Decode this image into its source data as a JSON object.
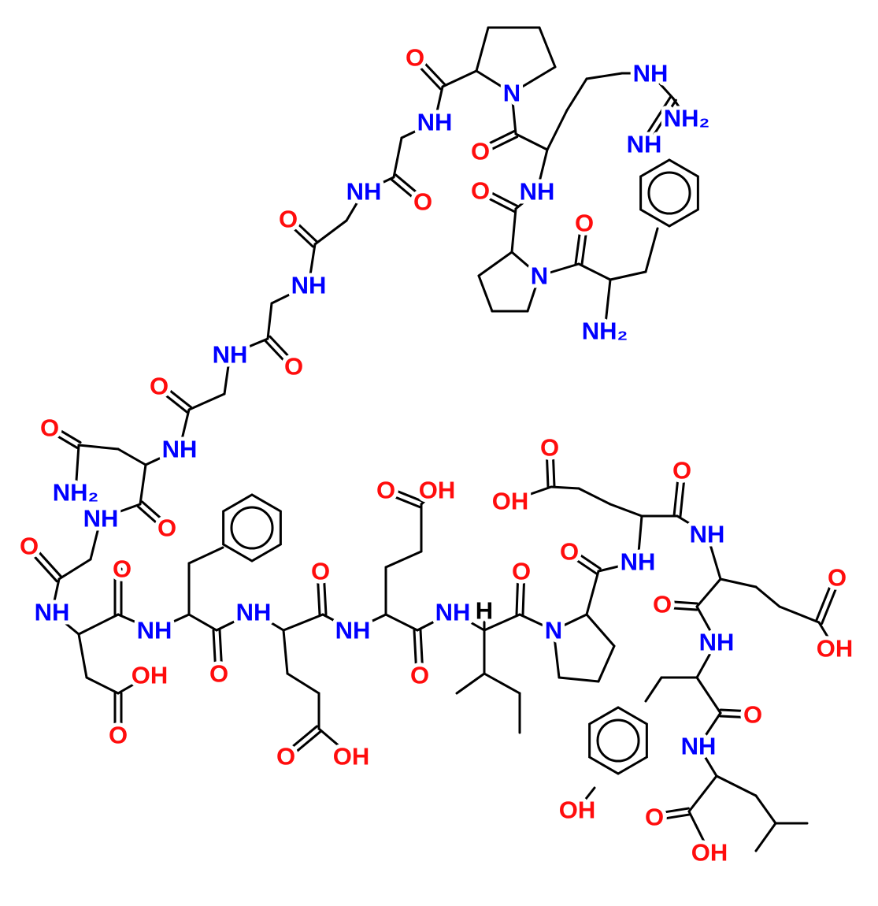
{
  "title": "Peptide structure",
  "colors": {
    "oxygen": "#ff0d0d",
    "nitrogen": "#0000ff",
    "carbon": "#000000"
  },
  "labels": [
    {
      "t": "O",
      "e": "O"
    },
    {
      "t": "N",
      "e": "N"
    },
    {
      "t": "NH",
      "e": "N"
    },
    {
      "t": "NH",
      "e": "N"
    },
    {
      "t": "NH₂",
      "e": "N"
    },
    {
      "t": "O",
      "e": "O"
    },
    {
      "t": "NH",
      "e": "N"
    },
    {
      "t": "NH",
      "e": "N"
    },
    {
      "t": "O",
      "e": "O"
    },
    {
      "t": "NH",
      "e": "N"
    },
    {
      "t": "O",
      "e": "O"
    },
    {
      "t": "O",
      "e": "O"
    },
    {
      "t": "O",
      "e": "O"
    },
    {
      "t": "N",
      "e": "N"
    },
    {
      "t": "NH",
      "e": "N"
    },
    {
      "t": "NH₂",
      "e": "N"
    },
    {
      "t": "NH",
      "e": "N"
    },
    {
      "t": "O",
      "e": "O"
    },
    {
      "t": "O",
      "e": "O"
    },
    {
      "t": "NH",
      "e": "N"
    },
    {
      "t": "O",
      "e": "O"
    },
    {
      "t": "NH₂",
      "e": "N"
    },
    {
      "t": "NH",
      "e": "N"
    },
    {
      "t": "O",
      "e": "O"
    },
    {
      "t": "O",
      "e": "O"
    },
    {
      "t": "OH",
      "e": "O"
    },
    {
      "t": "O",
      "e": "O"
    },
    {
      "t": "OH",
      "e": "O"
    },
    {
      "t": "O",
      "e": "O"
    },
    {
      "t": "O",
      "e": "O"
    },
    {
      "t": "O",
      "e": "O"
    },
    {
      "t": "O",
      "e": "O"
    },
    {
      "t": "O",
      "e": "O"
    },
    {
      "t": "O",
      "e": "O"
    },
    {
      "t": "NH",
      "e": "N"
    },
    {
      "t": "NH",
      "e": "N"
    },
    {
      "t": "NH",
      "e": "N"
    },
    {
      "t": "NH",
      "e": "N"
    },
    {
      "t": "NH",
      "e": "N"
    },
    {
      "t": "NH",
      "e": "N"
    },
    {
      "t": "NH",
      "e": "N"
    },
    {
      "t": "H",
      "e": "C"
    },
    {
      "t": "N",
      "e": "N"
    },
    {
      "t": "O",
      "e": "O"
    },
    {
      "t": "O",
      "e": "O"
    },
    {
      "t": "NH",
      "e": "N"
    },
    {
      "t": "OH",
      "e": "O"
    },
    {
      "t": "O",
      "e": "O"
    },
    {
      "t": "O",
      "e": "O"
    },
    {
      "t": "OH",
      "e": "O"
    },
    {
      "t": "O",
      "e": "O"
    },
    {
      "t": "O",
      "e": "O"
    },
    {
      "t": "NH",
      "e": "N"
    },
    {
      "t": "O",
      "e": "O"
    },
    {
      "t": "OH",
      "e": "O"
    },
    {
      "t": "OH",
      "e": "O"
    },
    {
      "t": "O",
      "e": "O"
    },
    {
      "t": "OH",
      "e": "O"
    }
  ]
}
